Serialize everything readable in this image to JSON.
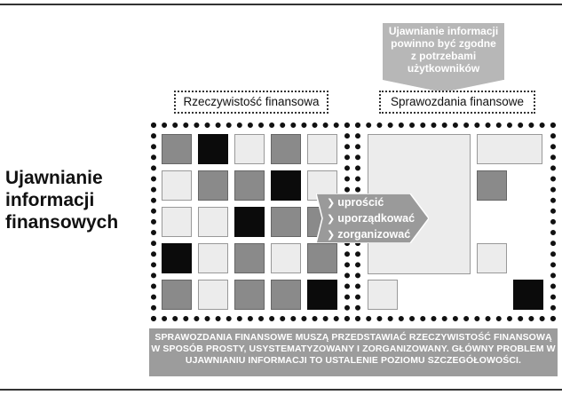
{
  "main_title": "Ujawnianie\ninformacji\nfinansowych",
  "callout": {
    "text": "Ujawnianie informacji\npowinno być zgodne\nz potrzebami\nużytkowników"
  },
  "labels": {
    "reality": "Rzeczywistość finansowa",
    "reports": "Sprawozdania finansowe"
  },
  "arrow": {
    "items": [
      "uprościć",
      "uporządkować",
      "zorganizować"
    ]
  },
  "footnote": "SPRAWOZDANIA FINANSOWE MUSZĄ PRZEDSTAWIAĆ RZECZYWISTOŚĆ FINANSOWĄ W SPOSÓB PROSTY, USYSTEMATYZOWANY I ZORGANIZOWANY. GŁÓWNY PROBLEM W UJAWNIANIU INFORMACJI TO USTALENIE POZIOMU SZCZEGÓŁOWOŚCI.",
  "colors": {
    "dark": "#0b0b0b",
    "gray": "#8a8a8a",
    "light": "#ececec",
    "callout": "#b7b7b7",
    "footnote": "#9c9c9c"
  },
  "icons": {
    "arrow_bullet": "chevron-right-icon"
  }
}
